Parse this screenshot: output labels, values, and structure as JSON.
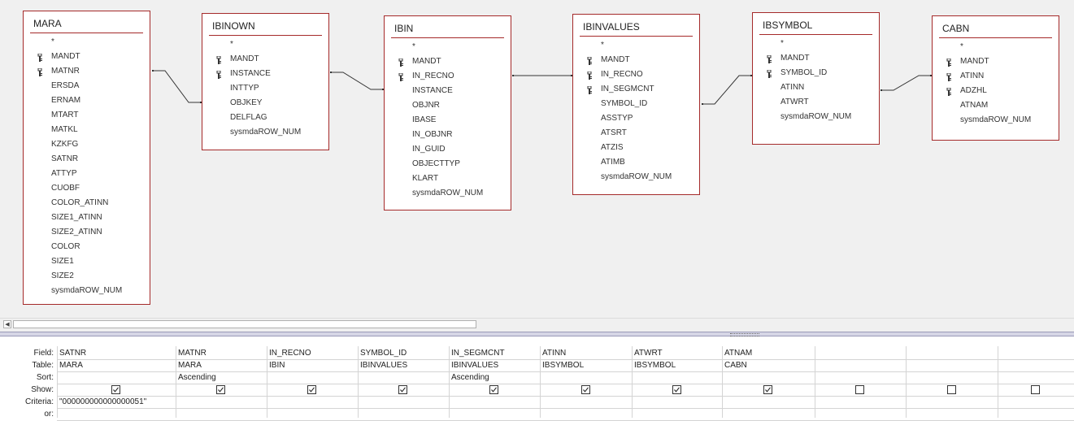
{
  "tables": [
    {
      "name": "MARA",
      "fields": [
        {
          "n": "*",
          "k": false
        },
        {
          "n": "MANDT",
          "k": true
        },
        {
          "n": "MATNR",
          "k": true
        },
        {
          "n": "ERSDA",
          "k": false
        },
        {
          "n": "ERNAM",
          "k": false
        },
        {
          "n": "MTART",
          "k": false
        },
        {
          "n": "MATKL",
          "k": false
        },
        {
          "n": "KZKFG",
          "k": false
        },
        {
          "n": "SATNR",
          "k": false
        },
        {
          "n": "ATTYP",
          "k": false
        },
        {
          "n": "CUOBF",
          "k": false
        },
        {
          "n": "COLOR_ATINN",
          "k": false
        },
        {
          "n": "SIZE1_ATINN",
          "k": false
        },
        {
          "n": "SIZE2_ATINN",
          "k": false
        },
        {
          "n": "COLOR",
          "k": false
        },
        {
          "n": "SIZE1",
          "k": false
        },
        {
          "n": "SIZE2",
          "k": false
        },
        {
          "n": "sysmdaROW_NUM",
          "k": false
        }
      ]
    },
    {
      "name": "IBINOWN",
      "fields": [
        {
          "n": "*",
          "k": false
        },
        {
          "n": "MANDT",
          "k": true
        },
        {
          "n": "INSTANCE",
          "k": true
        },
        {
          "n": "INTTYP",
          "k": false
        },
        {
          "n": "OBJKEY",
          "k": false
        },
        {
          "n": "DELFLAG",
          "k": false
        },
        {
          "n": "sysmdaROW_NUM",
          "k": false
        }
      ]
    },
    {
      "name": "IBIN",
      "fields": [
        {
          "n": "*",
          "k": false
        },
        {
          "n": "MANDT",
          "k": true
        },
        {
          "n": "IN_RECNO",
          "k": true
        },
        {
          "n": "INSTANCE",
          "k": false
        },
        {
          "n": "OBJNR",
          "k": false
        },
        {
          "n": "IBASE",
          "k": false
        },
        {
          "n": "IN_OBJNR",
          "k": false
        },
        {
          "n": "IN_GUID",
          "k": false
        },
        {
          "n": "OBJECTTYP",
          "k": false
        },
        {
          "n": "KLART",
          "k": false
        },
        {
          "n": "sysmdaROW_NUM",
          "k": false
        }
      ]
    },
    {
      "name": "IBINVALUES",
      "fields": [
        {
          "n": "*",
          "k": false
        },
        {
          "n": "MANDT",
          "k": true
        },
        {
          "n": "IN_RECNO",
          "k": true
        },
        {
          "n": "IN_SEGMCNT",
          "k": true
        },
        {
          "n": "SYMBOL_ID",
          "k": false
        },
        {
          "n": "ASSTYP",
          "k": false
        },
        {
          "n": "ATSRT",
          "k": false
        },
        {
          "n": "ATZIS",
          "k": false
        },
        {
          "n": "ATIMB",
          "k": false
        },
        {
          "n": "sysmdaROW_NUM",
          "k": false
        }
      ]
    },
    {
      "name": "IBSYMBOL",
      "fields": [
        {
          "n": "*",
          "k": false
        },
        {
          "n": "MANDT",
          "k": true
        },
        {
          "n": "SYMBOL_ID",
          "k": true
        },
        {
          "n": "ATINN",
          "k": false
        },
        {
          "n": "ATWRT",
          "k": false
        },
        {
          "n": "sysmdaROW_NUM",
          "k": false
        }
      ]
    },
    {
      "name": "CABN",
      "fields": [
        {
          "n": "*",
          "k": false
        },
        {
          "n": "MANDT",
          "k": true
        },
        {
          "n": "ATINN",
          "k": true
        },
        {
          "n": "ADZHL",
          "k": true
        },
        {
          "n": "ATNAM",
          "k": false
        },
        {
          "n": "sysmdaROW_NUM",
          "k": false
        }
      ]
    }
  ],
  "grid": {
    "row_labels": [
      "Field:",
      "Table:",
      "Sort:",
      "Show:",
      "Criteria:",
      "or:"
    ],
    "columns": [
      {
        "field": "SATNR",
        "table": "MARA",
        "sort": "",
        "show": true,
        "criteria": "\"000000000000000051\""
      },
      {
        "field": "MATNR",
        "table": "MARA",
        "sort": "Ascending",
        "show": true,
        "criteria": ""
      },
      {
        "field": "IN_RECNO",
        "table": "IBIN",
        "sort": "",
        "show": true,
        "criteria": ""
      },
      {
        "field": "SYMBOL_ID",
        "table": "IBINVALUES",
        "sort": "",
        "show": true,
        "criteria": ""
      },
      {
        "field": "IN_SEGMCNT",
        "table": "IBINVALUES",
        "sort": "Ascending",
        "show": true,
        "criteria": ""
      },
      {
        "field": "ATINN",
        "table": "IBSYMBOL",
        "sort": "",
        "show": true,
        "criteria": ""
      },
      {
        "field": "ATWRT",
        "table": "IBSYMBOL",
        "sort": "",
        "show": true,
        "criteria": ""
      },
      {
        "field": "ATNAM",
        "table": "CABN",
        "sort": "",
        "show": true,
        "criteria": ""
      },
      {
        "field": "",
        "table": "",
        "sort": "",
        "show": false,
        "criteria": ""
      },
      {
        "field": "",
        "table": "",
        "sort": "",
        "show": false,
        "criteria": ""
      },
      {
        "field": "",
        "table": "",
        "sort": "",
        "show": false,
        "criteria": ""
      }
    ]
  },
  "scroll_left_glyph": "◀",
  "colors": {
    "table_border": "#a52a2a",
    "design_bg": "#f0f0f0",
    "grid_line": "#d4d4d4"
  }
}
